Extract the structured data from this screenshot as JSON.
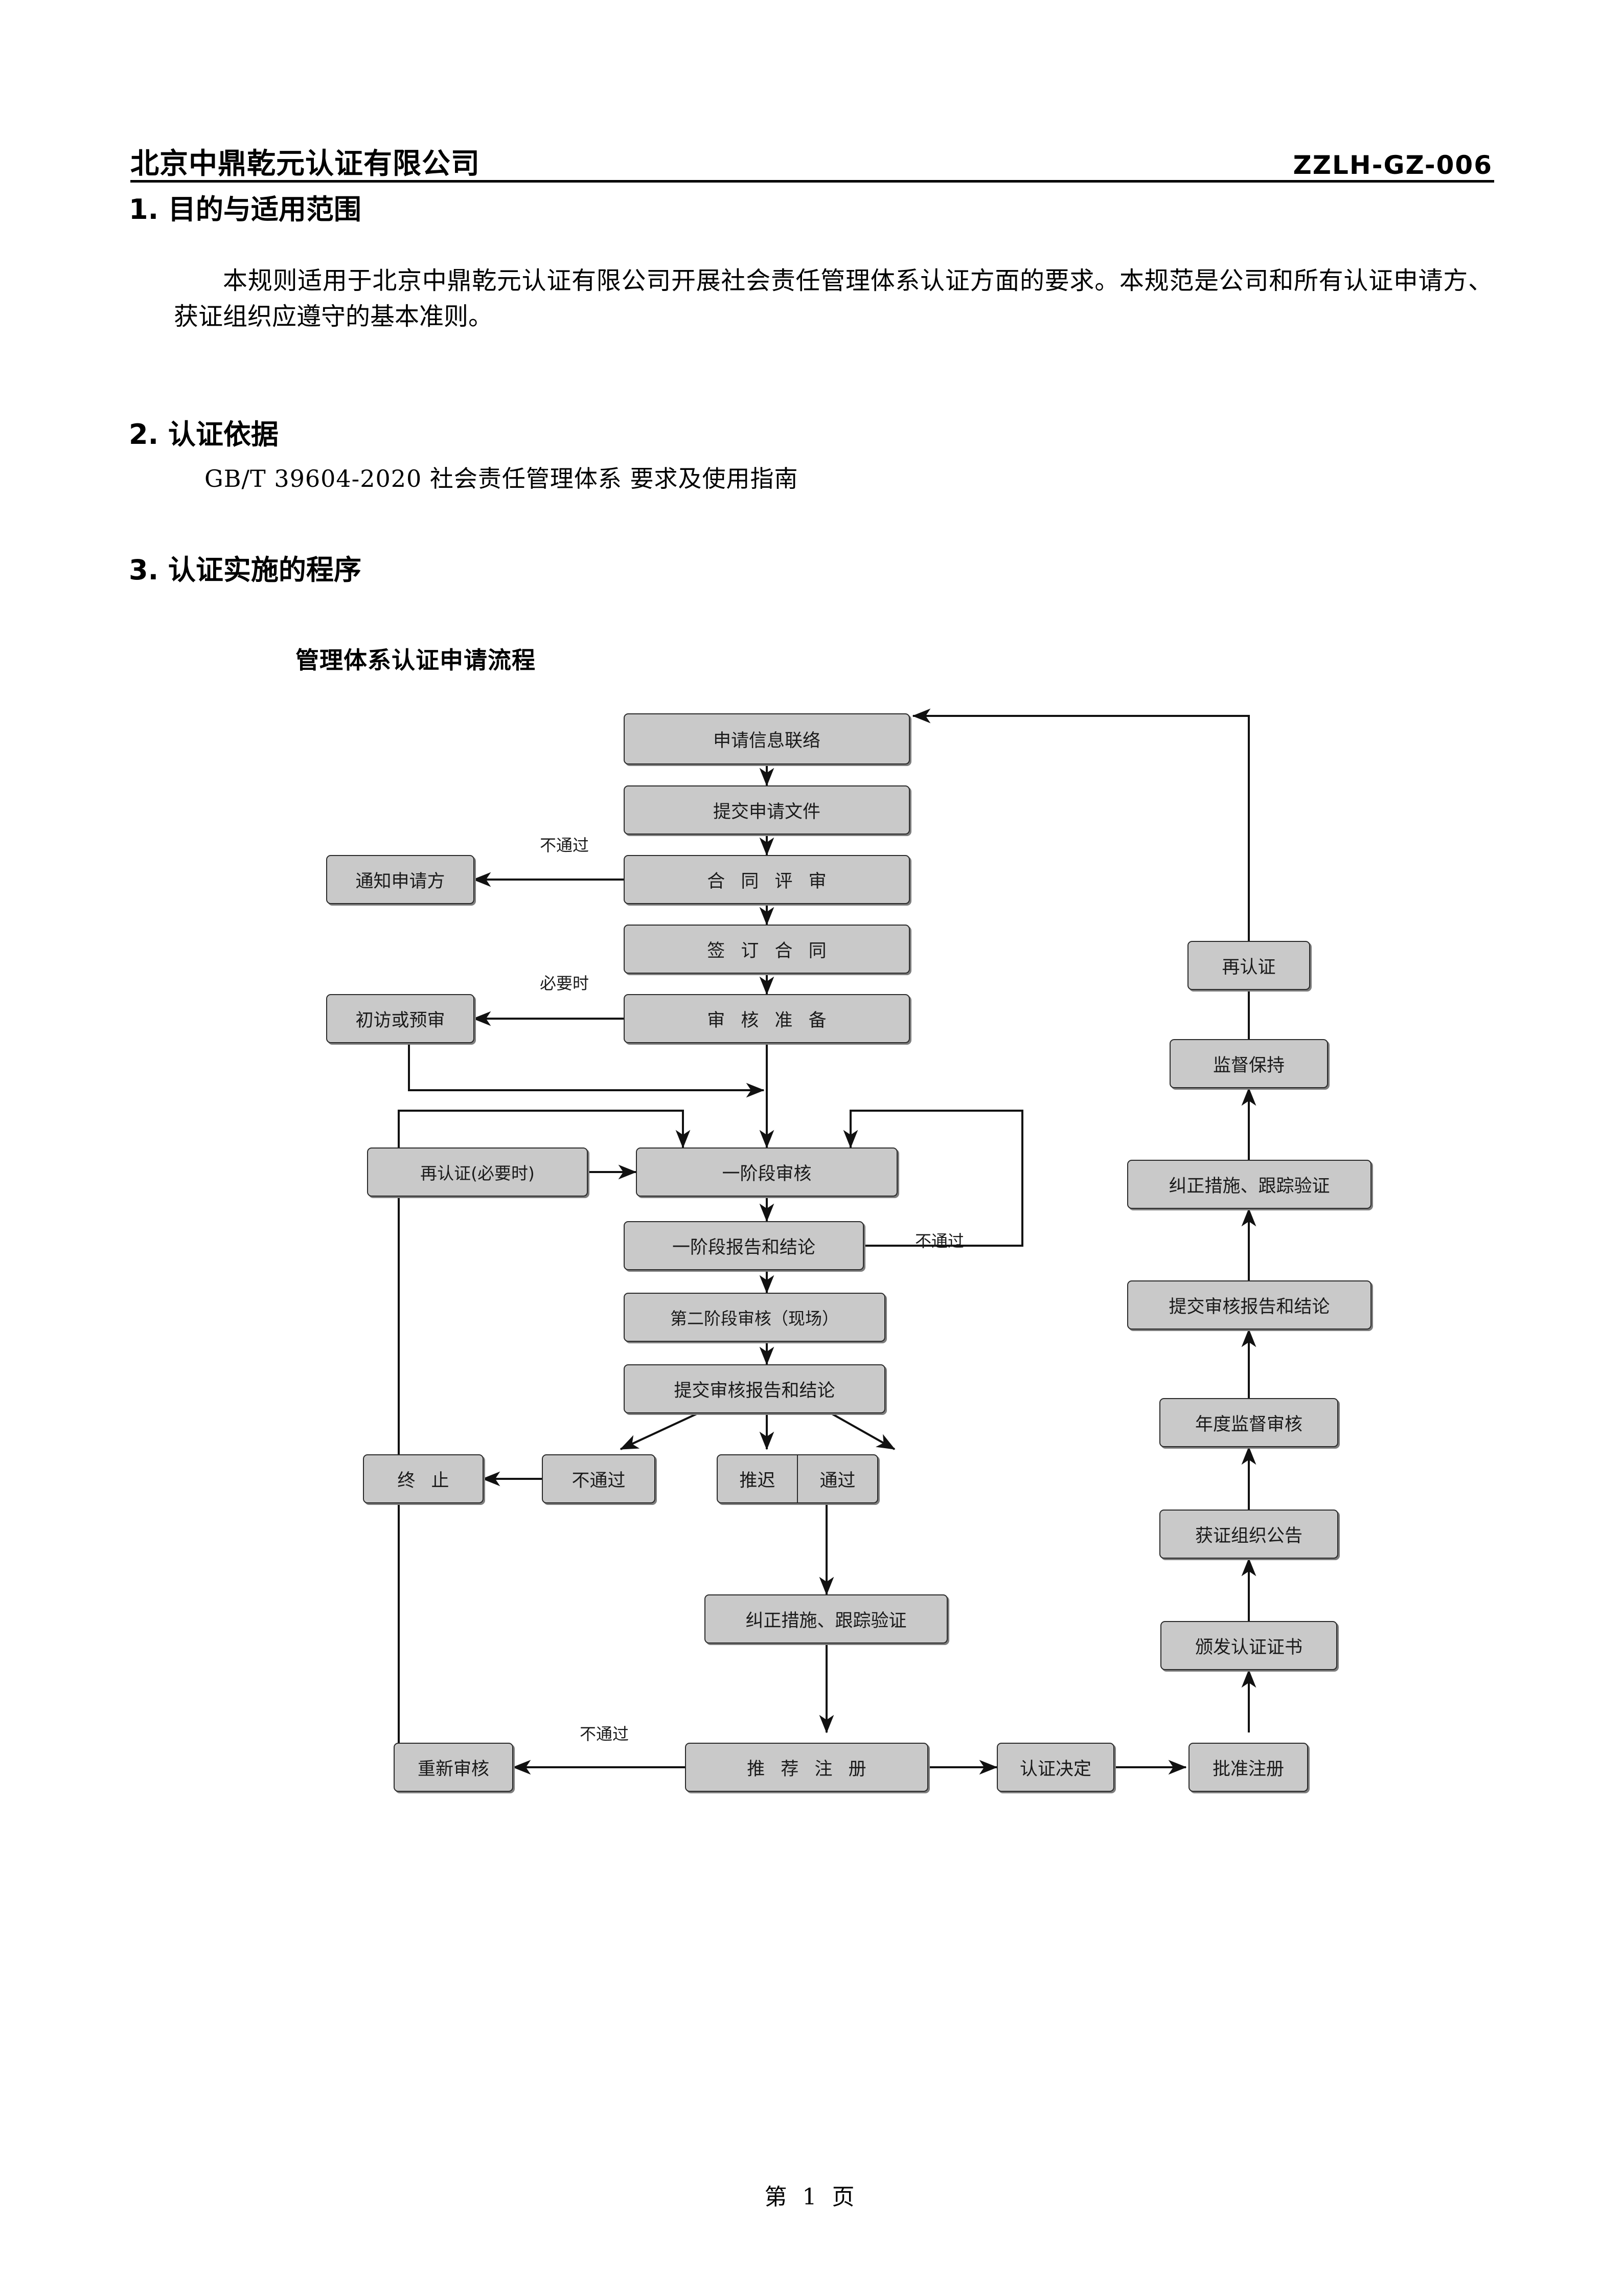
{
  "header": {
    "company": "北京中鼎乾元认证有限公司",
    "doc_code": "ZZLH-GZ-006"
  },
  "sections": {
    "s1_title": "1. 目的与适用范围",
    "s1_body": "本规则适用于北京中鼎乾元认证有限公司开展社会责任管理体系认证方面的要求。本规范是公司和所有认证申请方、获证组织应遵守的基本准则。",
    "s2_title": "2. 认证依据",
    "s2_body": "GB/T 39604-2020 社会责任管理体系 要求及使用指南",
    "s3_title": "3. 认证实施的程序"
  },
  "footer": {
    "page_label": "第 1 页"
  },
  "flowchart": {
    "title": "管理体系认证申请流程",
    "nodes": [
      {
        "id": "n01",
        "label": "申请信息联络"
      },
      {
        "id": "n02",
        "label": "提交申请文件"
      },
      {
        "id": "n03",
        "label": "合 同 评 审"
      },
      {
        "id": "n04",
        "label": "签 订 合 同"
      },
      {
        "id": "n05",
        "label": "审 核 准 备"
      },
      {
        "id": "n06",
        "label": "通知申请方"
      },
      {
        "id": "n07",
        "label": "初访或预审"
      },
      {
        "id": "n08",
        "label": "再认证(必要时)"
      },
      {
        "id": "n09",
        "label": "一阶段审核"
      },
      {
        "id": "n10",
        "label": "一阶段报告和结论"
      },
      {
        "id": "n11",
        "label": "第二阶段审核（现场）"
      },
      {
        "id": "n12",
        "label": "提交审核报告和结论"
      },
      {
        "id": "n13",
        "label": "终 止"
      },
      {
        "id": "n14",
        "label": "不通过"
      },
      {
        "id": "n15a",
        "label": "推迟"
      },
      {
        "id": "n15b",
        "label": "通过"
      },
      {
        "id": "n16",
        "label": "纠正措施、跟踪验证"
      },
      {
        "id": "n17",
        "label": "重新审核"
      },
      {
        "id": "n18",
        "label": "推 荐 注 册"
      },
      {
        "id": "n19",
        "label": "认证决定"
      },
      {
        "id": "n20",
        "label": "批准注册"
      },
      {
        "id": "r01",
        "label": "颁发认证证书"
      },
      {
        "id": "r02",
        "label": "获证组织公告"
      },
      {
        "id": "r03",
        "label": "年度监督审核"
      },
      {
        "id": "r04",
        "label": "提交审核报告和结论"
      },
      {
        "id": "r05",
        "label": "纠正措施、跟踪验证"
      },
      {
        "id": "r06",
        "label": "监督保持"
      },
      {
        "id": "r07",
        "label": "再认证"
      }
    ],
    "edge_labels": {
      "contract_fail": "不通过",
      "prep_ifneeded": "必要时",
      "stage1_fail": "不通过",
      "recommend_fail": "不通过"
    },
    "colors": {
      "node_fill": "#c9c9c9",
      "node_border": "#2a2a2a",
      "node_shadow": "#7d7d7d",
      "connector": "#111111"
    }
  }
}
